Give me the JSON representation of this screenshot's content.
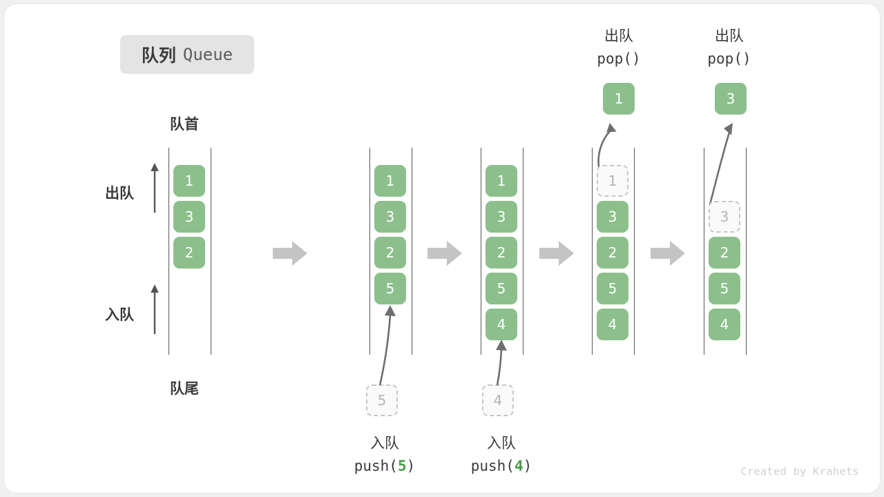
{
  "title": {
    "cn": "队列",
    "en": "Queue"
  },
  "labels": {
    "head": "队首",
    "tail": "队尾",
    "dequeue": "出队",
    "enqueue": "入队"
  },
  "credit": "Created by Krahets",
  "colors": {
    "cell_fill": "#8cbf8c",
    "cell_text": "#ffffff",
    "ghost_border": "#c6c6c6",
    "ghost_text": "#b4b4b4",
    "rail": "#555555",
    "arrow": "#c4c4c4",
    "accent_green": "#4a9a4a",
    "badge_bg": "#e4e4e4",
    "text": "#3a3a3a"
  },
  "columns": [
    {
      "name": "initial-queue",
      "cells": [
        {
          "value": "1",
          "state": "filled"
        },
        {
          "value": "3",
          "state": "filled"
        },
        {
          "value": "2",
          "state": "filled"
        }
      ]
    },
    {
      "name": "after-push-5",
      "cells": [
        {
          "value": "1",
          "state": "filled"
        },
        {
          "value": "3",
          "state": "filled"
        },
        {
          "value": "2",
          "state": "filled"
        },
        {
          "value": "5",
          "state": "filled"
        }
      ],
      "incoming": {
        "value": "5",
        "state": "ghost"
      },
      "op": {
        "cn": "入队",
        "code": "push(",
        "num": "5",
        "code_tail": ")"
      }
    },
    {
      "name": "after-push-4",
      "cells": [
        {
          "value": "1",
          "state": "filled"
        },
        {
          "value": "3",
          "state": "filled"
        },
        {
          "value": "2",
          "state": "filled"
        },
        {
          "value": "5",
          "state": "filled"
        },
        {
          "value": "4",
          "state": "filled"
        }
      ],
      "incoming": {
        "value": "4",
        "state": "ghost"
      },
      "op": {
        "cn": "入队",
        "code": "push(",
        "num": "4",
        "code_tail": ")"
      }
    },
    {
      "name": "after-pop-1",
      "cells": [
        {
          "value": "1",
          "state": "ghost"
        },
        {
          "value": "3",
          "state": "filled"
        },
        {
          "value": "2",
          "state": "filled"
        },
        {
          "value": "5",
          "state": "filled"
        },
        {
          "value": "4",
          "state": "filled"
        }
      ],
      "outgoing": {
        "value": "1",
        "state": "filled"
      },
      "op": {
        "cn": "出队",
        "code": "pop()"
      }
    },
    {
      "name": "after-pop-3",
      "cells": [
        {
          "value": "",
          "state": "empty"
        },
        {
          "value": "3",
          "state": "ghost"
        },
        {
          "value": "2",
          "state": "filled"
        },
        {
          "value": "5",
          "state": "filled"
        },
        {
          "value": "4",
          "state": "filled"
        }
      ],
      "outgoing": {
        "value": "3",
        "state": "filled"
      },
      "op": {
        "cn": "出队",
        "code": "pop()"
      }
    }
  ]
}
